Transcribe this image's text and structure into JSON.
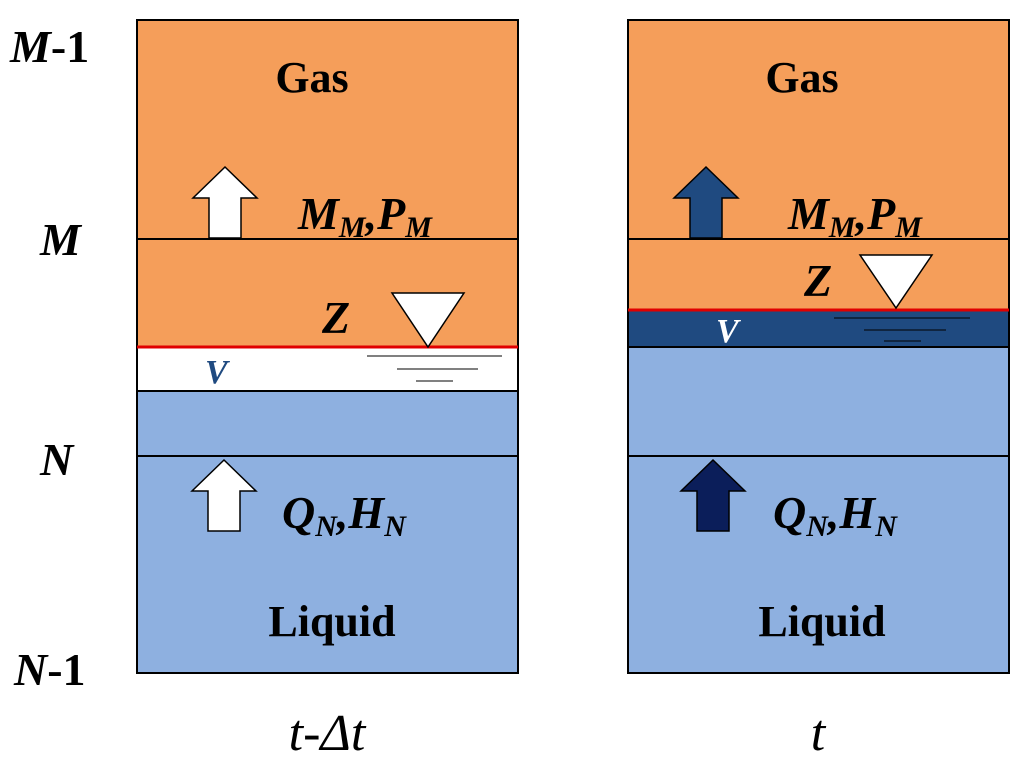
{
  "row_labels": {
    "m_minus_1": {
      "var": "M",
      "suffix": "-1"
    },
    "m": {
      "var": "M"
    },
    "n": {
      "var": "N"
    },
    "n_minus_1": {
      "var": "N",
      "suffix": "-1"
    }
  },
  "panels": [
    {
      "id": "left",
      "gas_label": "Gas",
      "liquid_label": "Liquid",
      "gas_vars": {
        "a": "M",
        "a_sub": "M",
        "sep": ",",
        "b": "P",
        "b_sub": "M"
      },
      "z_label": "Z",
      "v_label": "V",
      "liquid_vars": {
        "a": "Q",
        "a_sub": "N",
        "sep": ",",
        "b": "H",
        "b_sub": "N"
      },
      "time_label": "t-Δt",
      "arrow_style": "outline-white",
      "v_cell": "white"
    },
    {
      "id": "right",
      "gas_label": "Gas",
      "liquid_label": "Liquid",
      "gas_vars": {
        "a": "M",
        "a_sub": "M",
        "sep": ",",
        "b": "P",
        "b_sub": "M"
      },
      "z_label": "Z",
      "v_label": "V",
      "liquid_vars": {
        "a": "Q",
        "a_sub": "N",
        "sep": ",",
        "b": "H",
        "b_sub": "N"
      },
      "time_label": "t",
      "arrow_style": "filled-dark",
      "v_cell": "dark-blue"
    }
  ],
  "colors": {
    "gas": "#F59E5A",
    "liquid": "#8EB0E0",
    "v_dark": "#1F4A80",
    "arrow_dark_gas": "#1F4A80",
    "arrow_dark_liquid": "#0B1E5A",
    "interface": "#E00000",
    "v_label_left": "#1F4A80",
    "v_label_right": "#FFFFFF"
  }
}
